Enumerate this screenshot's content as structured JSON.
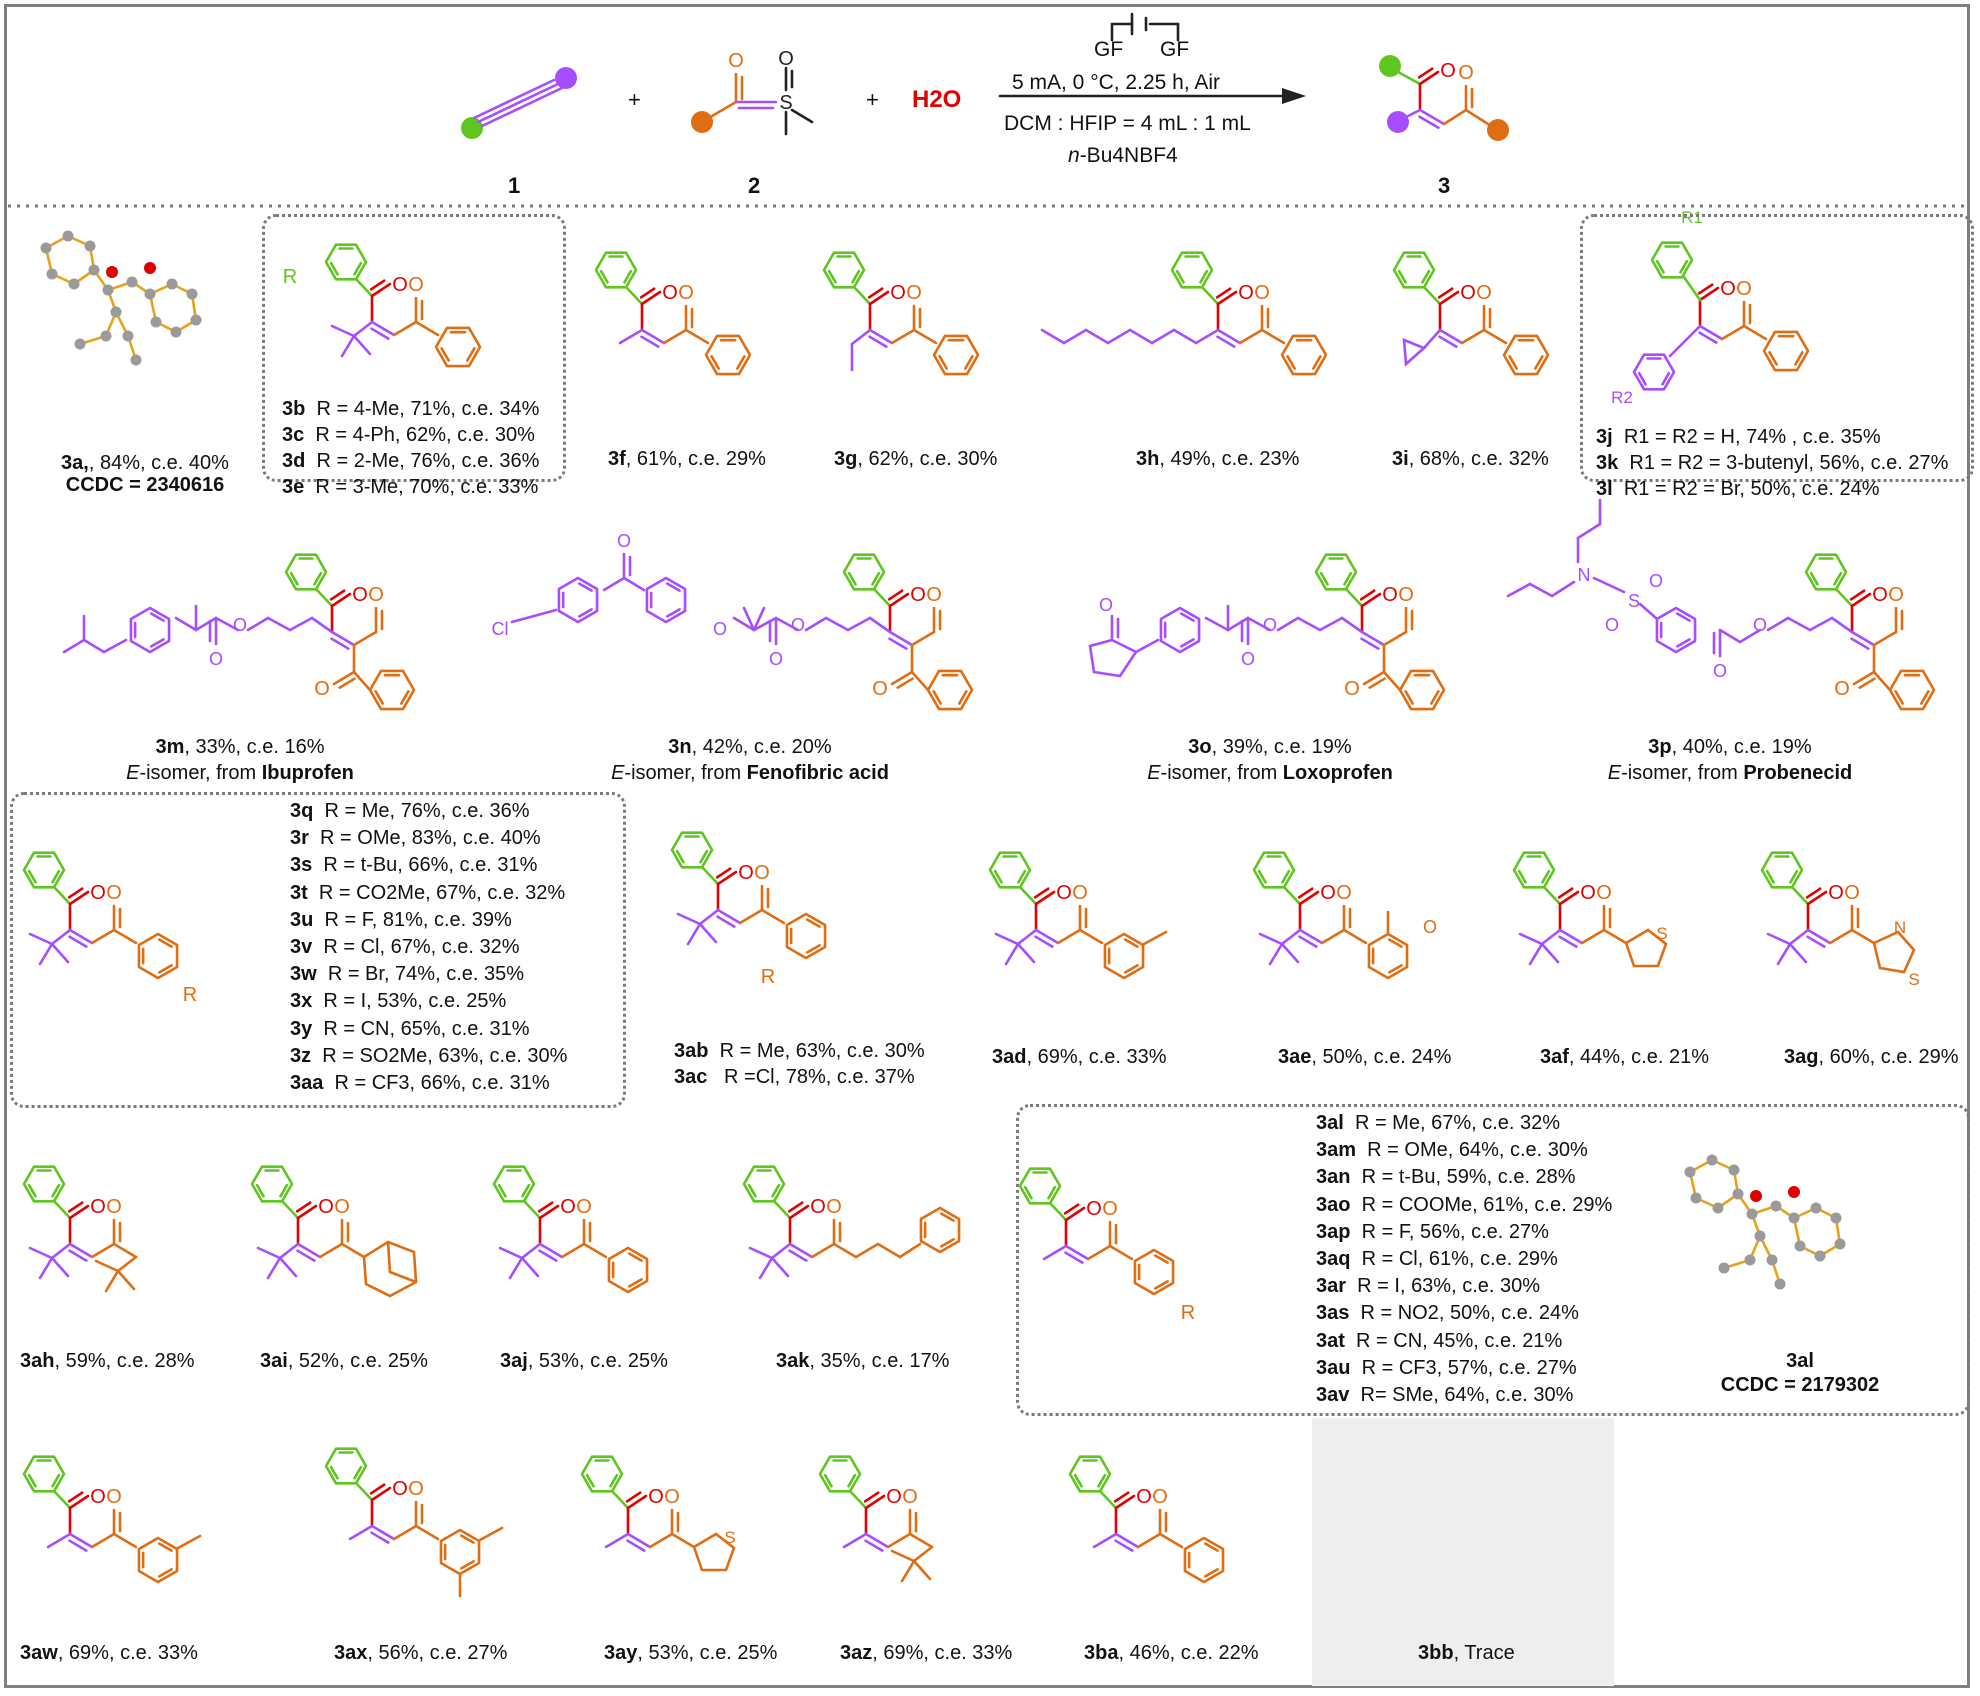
{
  "colors": {
    "alkyne_end": "#5ec61e",
    "alkyne_other": "#a64dff",
    "ylide": "#e06d12",
    "carbonyl_o": "#e00000",
    "water": "#e00000",
    "frame": "#808080",
    "trace_bg": "#eeeeee"
  },
  "header": {
    "compound1": "1",
    "compound2": "2",
    "compound3": "3",
    "plus": "+",
    "water": "H2O",
    "electrode_left": "GF",
    "electrode_right": "GF",
    "cond_line1": "5 mA, 0 °C, 2.25 h, Air",
    "cond_line2": "DCM : HFIP = 4 mL : 1 mL",
    "cond_line3_italic": "n",
    "cond_line3": "-Bu4NBF4"
  },
  "entries": {
    "e3a": {
      "id": "3a",
      "text": ", 84%, c.e. 40%",
      "ccdc": "CCDC = 2340616"
    },
    "g3b": {
      "rows": [
        {
          "id": "3b",
          "text": "R = 4-Me, 71%, c.e. 34%"
        },
        {
          "id": "3c",
          "text": "R = 4-Ph, 62%, c.e. 30%"
        },
        {
          "id": "3d",
          "text": "R = 2-Me, 76%, c.e. 36%"
        },
        {
          "id": "3e",
          "text": "R = 3-Me, 70%, c.e. 33%"
        }
      ]
    },
    "e3f": {
      "id": "3f",
      "text": ", 61%, c.e. 29%"
    },
    "e3g": {
      "id": "3g",
      "text": ", 62%, c.e. 30%"
    },
    "e3h": {
      "id": "3h",
      "text": ", 49%, c.e. 23%"
    },
    "e3i": {
      "id": "3i",
      "text": ", 68%, c.e. 32%"
    },
    "g3j": {
      "rows": [
        {
          "id": "3j",
          "text": "R1 = R2 = H, 74% , c.e. 35%"
        },
        {
          "id": "3k",
          "text": "R1 = R2 = 3-butenyl, 56%, c.e. 27%"
        },
        {
          "id": "3l",
          "text": "R1 = R2 = Br, 50%, c.e. 24%"
        }
      ]
    },
    "e3m": {
      "id": "3m",
      "text": ", 33%, c.e. 16%",
      "iso": "E",
      "from_text": "-isomer, from ",
      "drug": "Ibuprofen"
    },
    "e3n": {
      "id": "3n",
      "text": ", 42%, c.e. 20%",
      "iso": "E",
      "from_text": "-isomer, from ",
      "drug": "Fenofibric acid"
    },
    "e3o": {
      "id": "3o",
      "text": ", 39%, c.e. 19%",
      "iso": "E",
      "from_text": "-isomer, from ",
      "drug": "Loxoprofen"
    },
    "e3p": {
      "id": "3p",
      "text": ", 40%, c.e. 19%",
      "iso": "E",
      "from_text": "-isomer, from ",
      "drug": "Probenecid"
    },
    "g3q": {
      "rows": [
        {
          "id": "3q",
          "text": "R = Me, 76%, c.e. 36%"
        },
        {
          "id": "3r",
          "text": "R = OMe, 83%, c.e. 40%"
        },
        {
          "id": "3s",
          "text": "R = t-Bu, 66%, c.e. 31%"
        },
        {
          "id": "3t",
          "text": "R = CO2Me, 67%, c.e. 32%"
        },
        {
          "id": "3u",
          "text": "R = F, 81%, c.e. 39%"
        },
        {
          "id": "3v",
          "text": "R = Cl, 67%, c.e. 32%"
        },
        {
          "id": "3w",
          "text": "R = Br, 74%, c.e. 35%"
        },
        {
          "id": "3x",
          "text": "R = I, 53%, c.e. 25%"
        },
        {
          "id": "3y",
          "text": "R = CN, 65%, c.e. 31%"
        },
        {
          "id": "3z",
          "text": "R = SO2Me, 63%, c.e. 30%"
        },
        {
          "id": "3aa",
          "text": "R = CF3, 66%, c.e. 31%"
        }
      ]
    },
    "g3ab": {
      "rows": [
        {
          "id": "3ab",
          "text": "R = Me, 63%, c.e. 30%"
        },
        {
          "id": "3ac",
          "text": "R =Cl, 78%, c.e. 37%"
        }
      ]
    },
    "e3ad": {
      "id": "3ad",
      "text": ", 69%, c.e. 33%"
    },
    "e3ae": {
      "id": "3ae",
      "text": ", 50%, c.e. 24%"
    },
    "e3af": {
      "id": "3af",
      "text": ", 44%, c.e. 21%"
    },
    "e3ag": {
      "id": "3ag",
      "text": ", 60%, c.e. 29%"
    },
    "e3ah": {
      "id": "3ah",
      "text": ", 59%, c.e. 28%"
    },
    "e3ai": {
      "id": "3ai",
      "text": ", 52%, c.e. 25%"
    },
    "e3aj": {
      "id": "3aj",
      "text": ", 53%, c.e. 25%"
    },
    "e3ak": {
      "id": "3ak",
      "text": ", 35%, c.e. 17%"
    },
    "g3al": {
      "rows": [
        {
          "id": "3al",
          "text": "R = Me, 67%, c.e. 32%"
        },
        {
          "id": "3am",
          "text": "R = OMe, 64%, c.e. 30%"
        },
        {
          "id": "3an",
          "text": "R = t-Bu, 59%, c.e. 28%"
        },
        {
          "id": "3ao",
          "text": "R = COOMe, 61%, c.e. 29%"
        },
        {
          "id": "3ap",
          "text": "R = F, 56%, c.e. 27%"
        },
        {
          "id": "3aq",
          "text": "R = Cl, 61%, c.e. 29%"
        },
        {
          "id": "3ar",
          "text": "R = I, 63%, c.e. 30%"
        },
        {
          "id": "3as",
          "text": "R = NO2, 50%, c.e. 24%"
        },
        {
          "id": "3at",
          "text": "R = CN, 45%, c.e. 21%"
        },
        {
          "id": "3au",
          "text": "R = CF3, 57%, c.e. 27%"
        },
        {
          "id": "3av",
          "text": "R= SMe, 64%, c.e. 30%"
        }
      ]
    },
    "x3al": {
      "id": "3al",
      "ccdc": "CCDC = 2179302"
    },
    "e3aw": {
      "id": "3aw",
      "text": ", 69%, c.e. 33%"
    },
    "e3ax": {
      "id": "3ax",
      "text": ", 56%, c.e. 27%"
    },
    "e3ay": {
      "id": "3ay",
      "text": ", 53%, c.e. 25%"
    },
    "e3az": {
      "id": "3az",
      "text": ", 69%, c.e. 33%"
    },
    "e3ba": {
      "id": "3ba",
      "text": ", 46%, c.e. 22%"
    },
    "e3bb": {
      "id": "3bb",
      "text": ", Trace"
    }
  },
  "atom_labels": {
    "O": "O",
    "S": "S",
    "N": "N",
    "R": "R",
    "R1": "R1",
    "R2": "R2",
    "Cl": "Cl"
  }
}
